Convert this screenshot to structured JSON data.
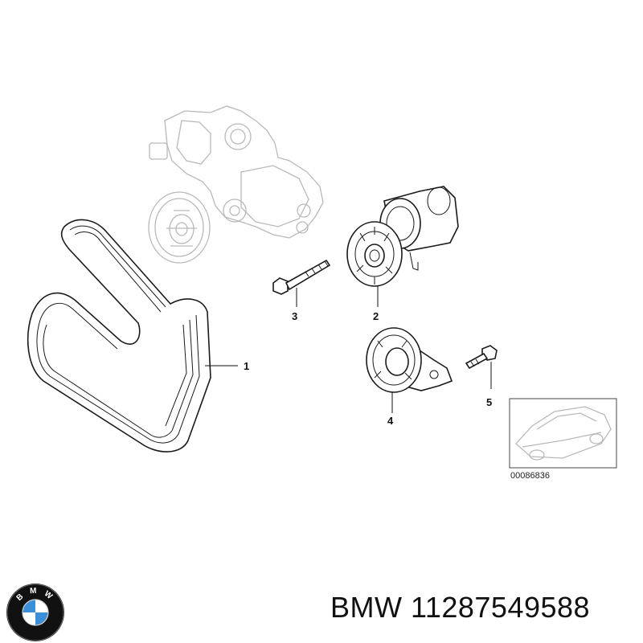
{
  "diagram": {
    "callouts": [
      {
        "id": "1",
        "label": "1",
        "part": "ribbed-v-belt"
      },
      {
        "id": "2",
        "label": "2",
        "part": "tensioner-pulley-assembly"
      },
      {
        "id": "3",
        "label": "3",
        "part": "hex-bolt-long"
      },
      {
        "id": "4",
        "label": "4",
        "part": "idler-pulley"
      },
      {
        "id": "5",
        "label": "5",
        "part": "hex-bolt-short"
      }
    ],
    "figure_code": "00086836"
  },
  "footer": {
    "brand": "BMW",
    "part_number": "11287549588",
    "caption": "BMW 11287549588",
    "logo_text": "B M W"
  },
  "colors": {
    "line": "#1a1a1a",
    "ghost": "#b9b9b9",
    "logo_blue": "#3b8fd6",
    "logo_ring": "#111111"
  }
}
